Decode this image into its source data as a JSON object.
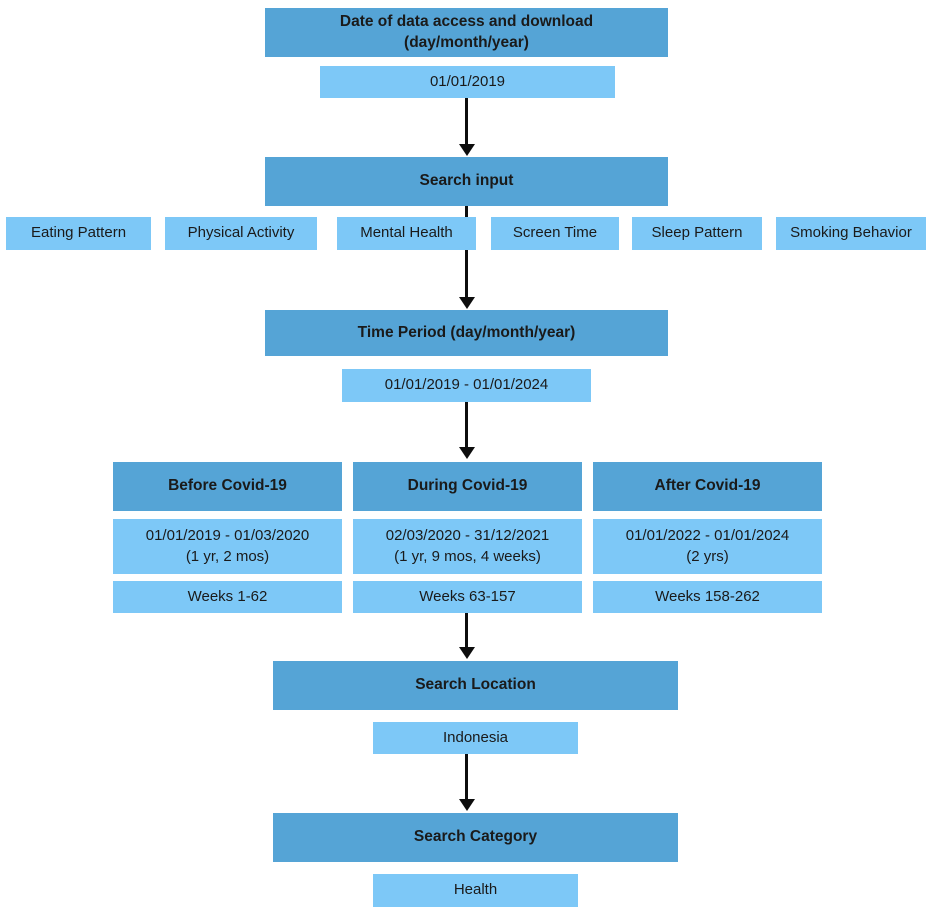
{
  "colors": {
    "header_box_bg": "#55a4d6",
    "value_box_bg": "#7dc8f7",
    "text": "#1a1a1a",
    "arrow": "#0d0d0d",
    "background": "#ffffff"
  },
  "flowchart": {
    "date_access": {
      "header": "Date of data access and download\n(day/month/year)",
      "value": "01/01/2019"
    },
    "search_input": {
      "header": "Search input",
      "terms": [
        "Eating Pattern",
        "Physical Activity",
        "Mental Health",
        "Screen Time",
        "Sleep Pattern",
        "Smoking Behavior"
      ]
    },
    "time_period": {
      "header": "Time Period (day/month/year)",
      "value": "01/01/2019 - 01/01/2024"
    },
    "covid_phases": [
      {
        "title": "Before Covid-19",
        "range": "01/01/2019 - 01/03/2020\n(1 yr, 2 mos)",
        "weeks": "Weeks 1-62"
      },
      {
        "title": "During Covid-19",
        "range": "02/03/2020 - 31/12/2021\n(1 yr, 9 mos, 4 weeks)",
        "weeks": "Weeks 63-157"
      },
      {
        "title": "After Covid-19",
        "range": "01/01/2022 - 01/01/2024\n(2 yrs)",
        "weeks": "Weeks 158-262"
      }
    ],
    "search_location": {
      "header": "Search Location",
      "value": "Indonesia"
    },
    "search_category": {
      "header": "Search Category",
      "value": "Health"
    }
  }
}
